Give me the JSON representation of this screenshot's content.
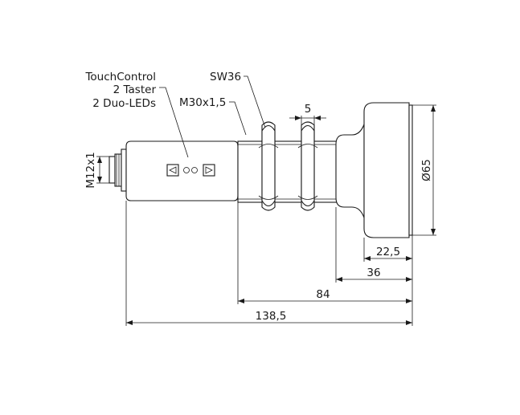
{
  "callouts": {
    "touch_control": "TouchControl",
    "taster": "2 Taster",
    "duo_leds": "2 Duo-LEDs",
    "wrench": "SW36",
    "thread": "M30x1,5"
  },
  "dimensions": {
    "connector_thread": "M12x1",
    "nut_width": "5",
    "head_diameter": "Ø65",
    "head_depth": "22,5",
    "head_total": "36",
    "front_length": "84",
    "total_length": "138,5"
  }
}
